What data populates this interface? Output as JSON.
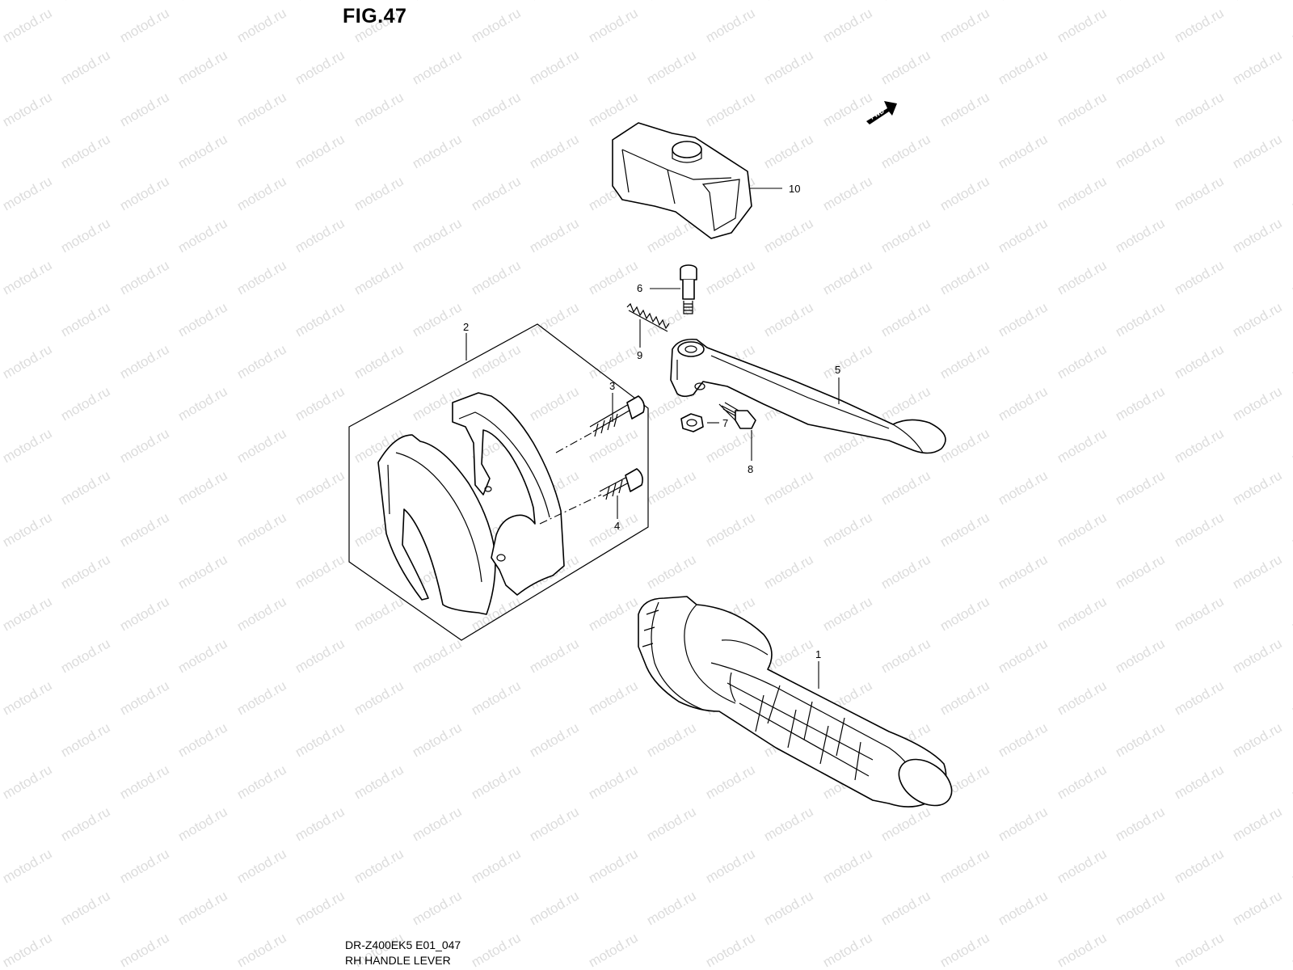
{
  "figure": {
    "title": "FIG.47",
    "fwd_badge": "FWD",
    "model_code": "DR-Z400EK5 E01_047",
    "section_name": "RH HANDLE LEVER",
    "watermark": "motod.ru"
  },
  "callouts": [
    {
      "number": "1",
      "part": "grip"
    },
    {
      "number": "2",
      "part": "holder-set"
    },
    {
      "number": "3",
      "part": "long-screw"
    },
    {
      "number": "4",
      "part": "short-screw"
    },
    {
      "number": "5",
      "part": "lever"
    },
    {
      "number": "6",
      "part": "pivot-bolt"
    },
    {
      "number": "7",
      "part": "nut"
    },
    {
      "number": "8",
      "part": "adjuster-bolt"
    },
    {
      "number": "9",
      "part": "spring"
    },
    {
      "number": "10",
      "part": "lever-cover"
    }
  ]
}
